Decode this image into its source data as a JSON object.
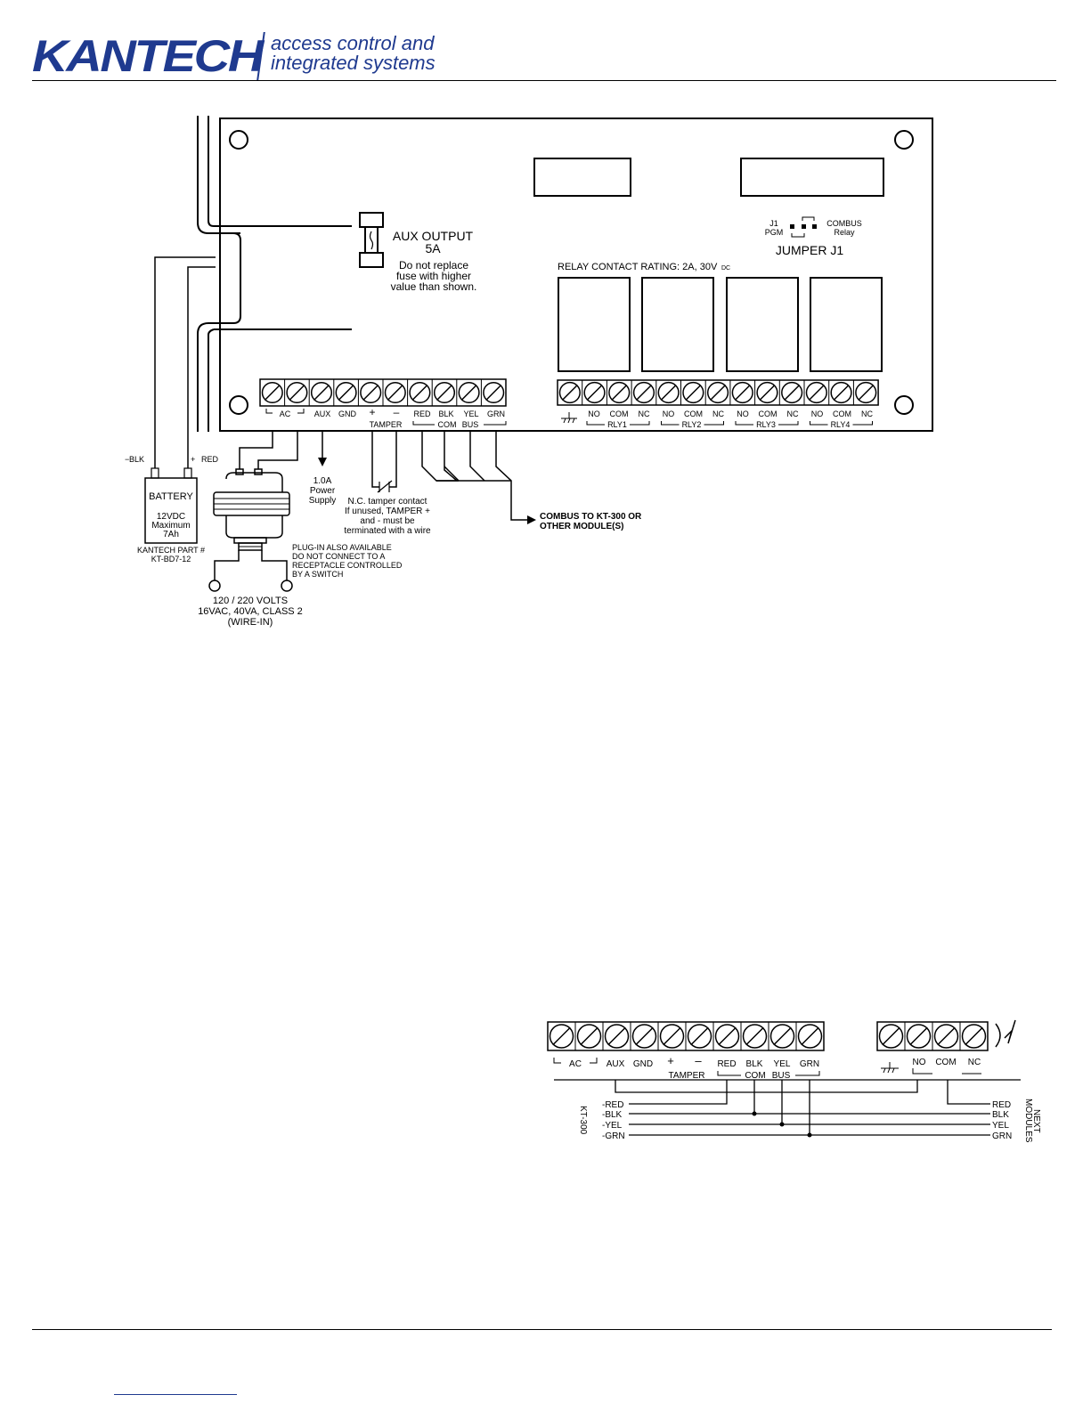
{
  "header": {
    "logo": "KANTECH",
    "tagline_line1": "access control and",
    "tagline_line2": "integrated systems"
  },
  "diagram1": {
    "aux_output_title": "AUX  OUTPUT",
    "aux_output_amps": "5A",
    "fuse_note_1": "Do not replace",
    "fuse_note_2": "fuse with higher",
    "fuse_note_3": "value than shown.",
    "j1_label": "J1",
    "pgm_label": "PGM",
    "combus_label": "COMBUS",
    "relay_label": "Relay",
    "jumper_label": "JUMPER  J1",
    "relay_rating": "RELAY CONTACT RATING: 2A, 30V",
    "relay_rating_sub": "DC",
    "terminals_left": [
      "AC",
      "AUX",
      "GND",
      "+",
      "–",
      "RED",
      "BLK",
      "YEL",
      "GRN"
    ],
    "tamper_label": "TAMPER",
    "com_label": "COM",
    "bus_label": "BUS",
    "relay_terms": [
      "NO",
      "COM",
      "NC"
    ],
    "relay_names": [
      "RLY1",
      "RLY2",
      "RLY3",
      "RLY4"
    ],
    "blk_label": "BLK",
    "red_label": "RED",
    "battery_title": "BATTERY",
    "battery_spec_1": "12VDC",
    "battery_spec_2": "Maximum",
    "battery_spec_3": "7Ah",
    "battery_part_1": "KANTECH PART #",
    "battery_part_2": "KT-BD7-12",
    "power_supply_1": "1.0A",
    "power_supply_2": "Power",
    "power_supply_3": "Supply",
    "tamper_note_1": "N.C. tamper contact",
    "tamper_note_2": "If unused, TAMPER +",
    "tamper_note_3": "and - must be",
    "tamper_note_4": "terminated with a wire",
    "combus_note_1": "COMBUS TO KT-300 OR",
    "combus_note_2": "OTHER MODULE(S)",
    "plugin_note_1": "PLUG-IN ALSO AVAILABLE",
    "plugin_note_2": "DO NOT CONNECT TO A",
    "plugin_note_3": "RECEPTACLE CONTROLLED",
    "plugin_note_4": "BY A SWITCH",
    "volts_1": "120 / 220 VOLTS",
    "volts_2": "16VAC, 40VA, CLASS 2",
    "volts_3": "(WIRE-IN)"
  },
  "diagram2": {
    "terminals": [
      "AC",
      "AUX",
      "GND",
      "+",
      "–",
      "RED",
      "BLK",
      "YEL",
      "GRN"
    ],
    "tamper_label": "TAMPER",
    "com_label": "COM",
    "bus_label": "BUS",
    "relay_terms": [
      "NO",
      "COM",
      "NC"
    ],
    "left_wires": [
      "-RED",
      "-BLK",
      "-YEL",
      "-GRN"
    ],
    "right_wires": [
      "RED",
      "BLK",
      "YEL",
      "GRN"
    ],
    "left_device": "KT-300",
    "right_device_1": "NEXT",
    "right_device_2": "MODULES"
  },
  "colors": {
    "brand": "#1f3a8f",
    "line": "#000000"
  }
}
